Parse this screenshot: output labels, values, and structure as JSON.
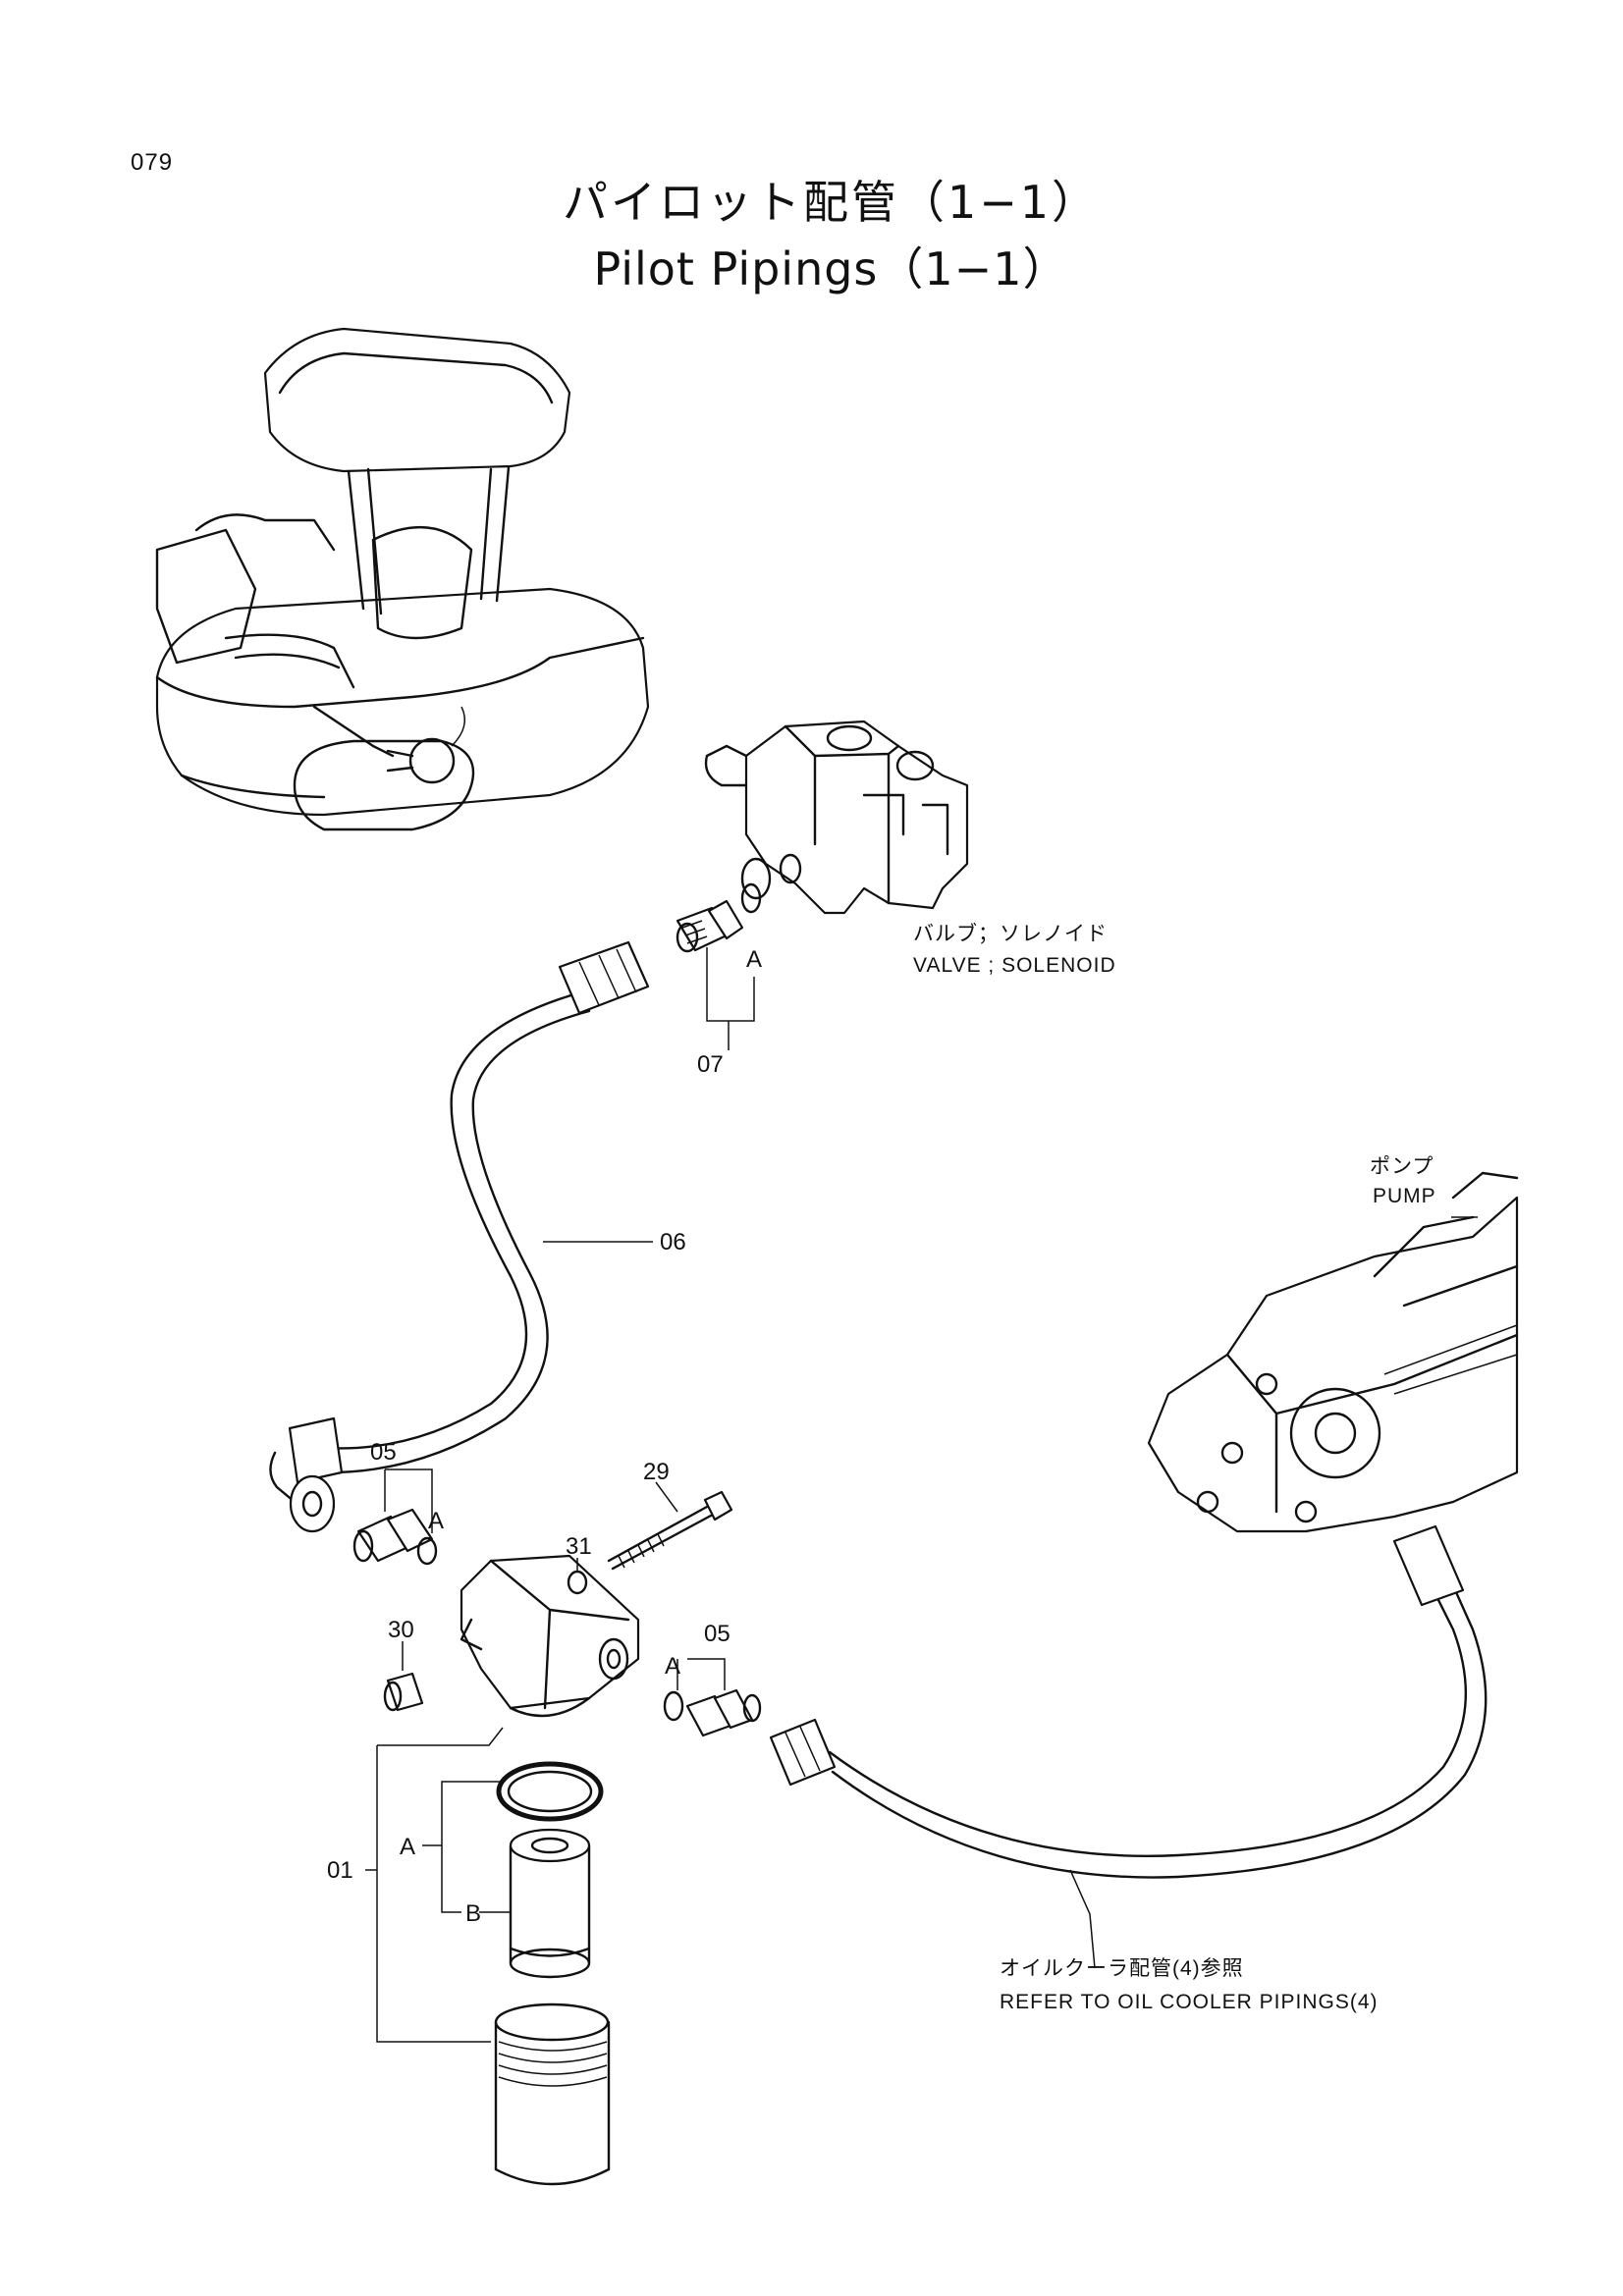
{
  "page_number": "079",
  "title_jp": "パイロット配管（1−1）",
  "title_en": "Pilot Pipings（1−1）",
  "callouts": {
    "c01": "01",
    "c05_upper": "05",
    "c05_lower": "05",
    "c06": "06",
    "c07": "07",
    "c29": "29",
    "c30": "30",
    "c31": "31",
    "a_07": "A",
    "a_05_upper": "A",
    "a_05_lower": "A",
    "a_01": "A",
    "b_01": "B"
  },
  "labels": {
    "valve_jp": "バルブ；ソレノイド",
    "valve_en": "VALVE ; SOLENOID",
    "pump_jp": "ポンプ",
    "pump_en": "PUMP",
    "refer_jp": "オイルクーラ配管(4)参照",
    "refer_en": "REFER  TO  OIL  COOLER  PIPINGS(4)"
  }
}
